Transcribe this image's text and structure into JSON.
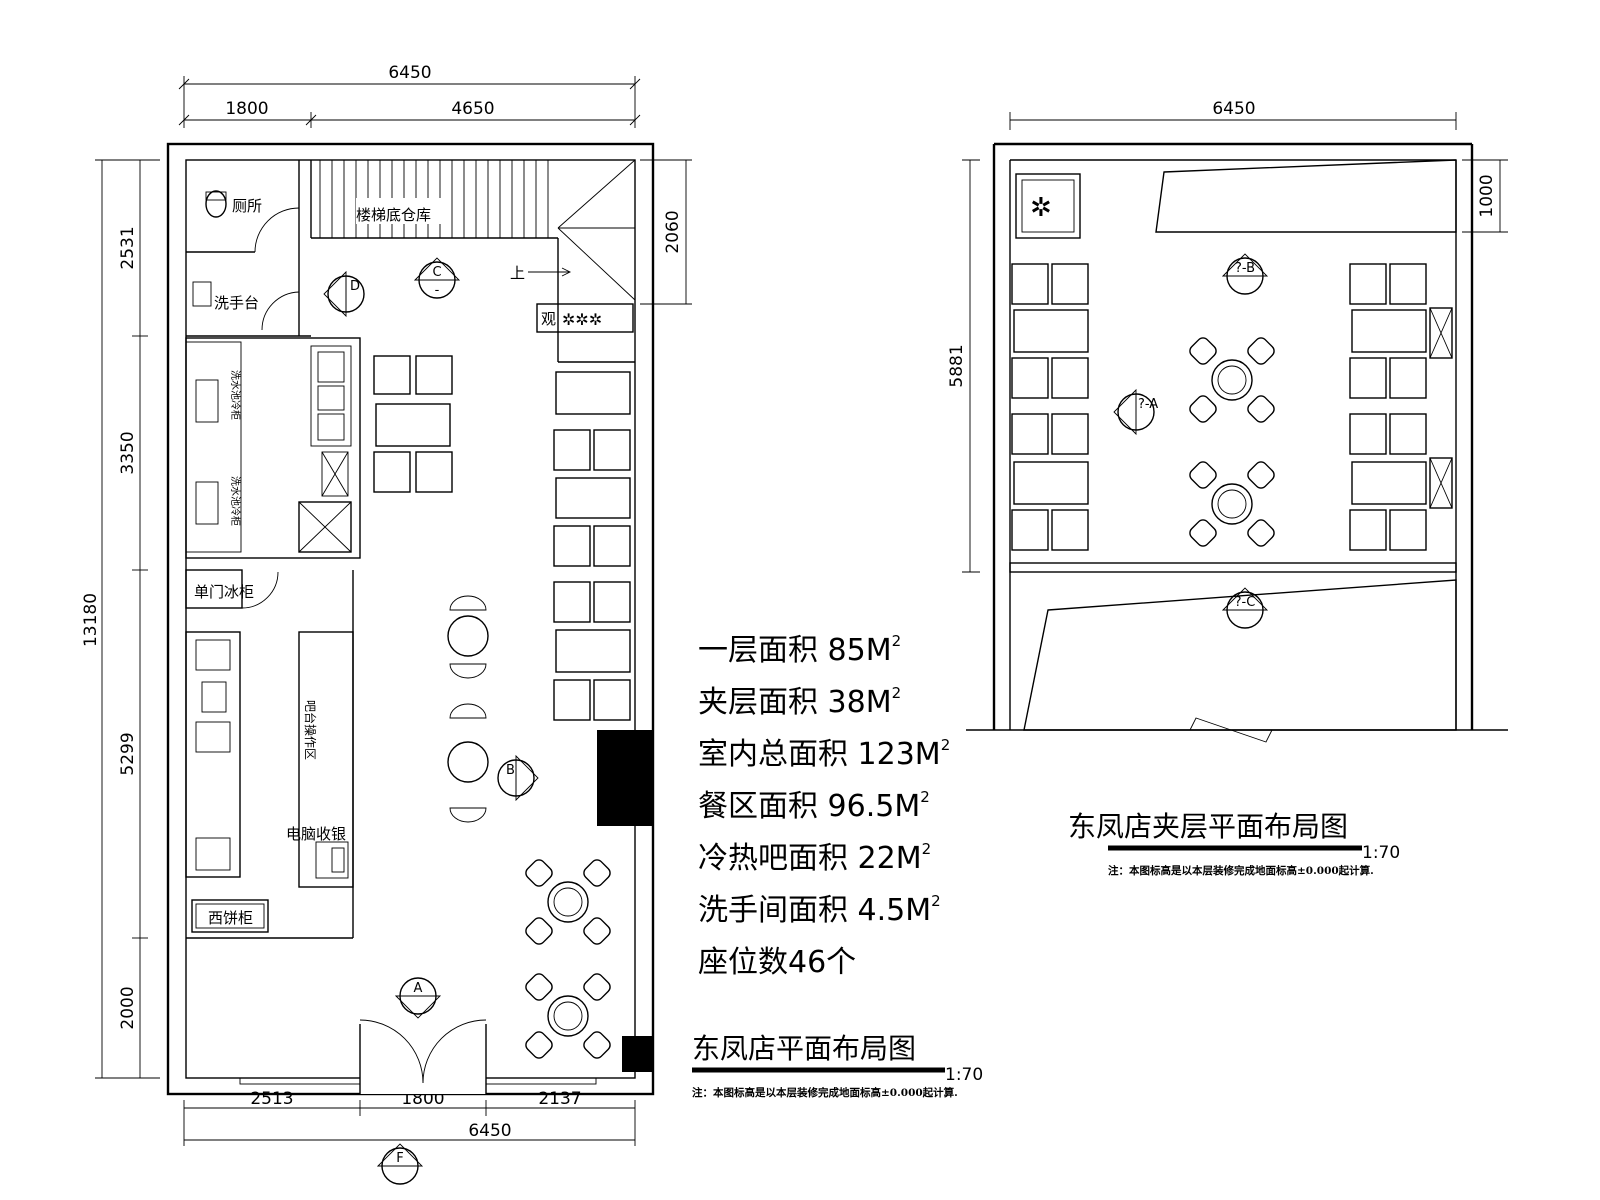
{
  "ground_floor": {
    "dims_top": {
      "total": "6450",
      "left": "1800",
      "right": "4650"
    },
    "dims_left": [
      "2531",
      "3350",
      "5299",
      "2000"
    ],
    "dim_left_total": "13180",
    "dim_right_stair": "2060",
    "dims_bottom": [
      "2513",
      "1800",
      "2137"
    ],
    "dim_bottom_total": "6450",
    "rooms": {
      "toilet": "厕所",
      "stair_storage": "楼梯底仓库",
      "wash_basin": "洗手台",
      "fridge": "单门冰柜",
      "cashier": "电脑收银",
      "cake_cabinet": "西饼柜",
      "up": "上",
      "view": "观",
      "bar_counter": "吧台操作区",
      "sink_label": "洗水池冷柜"
    },
    "markers": [
      "A",
      "B",
      "C",
      "D",
      "F"
    ],
    "title": "东凤店平面布局图",
    "scale": "1:70",
    "note": "注：本图标高是以本层装修完成地面标高±0.000起计算."
  },
  "mezzanine": {
    "dim_top": "6450",
    "dim_left": "5881",
    "dim_right": "1000",
    "markers": [
      "?-A",
      "?-B",
      "?-C"
    ],
    "title": "东凤店夹层平面布局图",
    "scale": "1:70",
    "note": "注：本图标高是以本层装修完成地面标高±0.000起计算."
  },
  "stats": [
    {
      "label": "一层面积",
      "value": "85M",
      "sup": "2"
    },
    {
      "label": "夹层面积",
      "value": "38M",
      "sup": "2"
    },
    {
      "label": "室内总面积",
      "value": "123M",
      "sup": "2"
    },
    {
      "label": "餐区面积",
      "value": "96.5M",
      "sup": "2"
    },
    {
      "label": "冷热吧面积",
      "value": "22M",
      "sup": "2"
    },
    {
      "label": "洗手间面积",
      "value": "4.5M",
      "sup": "2"
    },
    {
      "label": "座位数46个",
      "value": "",
      "sup": ""
    }
  ]
}
